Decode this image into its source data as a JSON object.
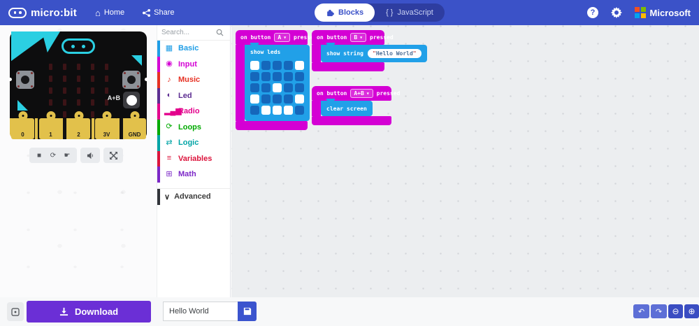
{
  "header": {
    "brand": "micro:bit",
    "home_label": "Home",
    "share_label": "Share",
    "tabs": {
      "blocks": "Blocks",
      "javascript_prefix": "{ }",
      "javascript": "JavaScript"
    },
    "microsoft": "Microsoft"
  },
  "icons": {
    "home": "⌂",
    "dropdown": "▾",
    "stop": "■",
    "restart": "⟳",
    "debug": "☛",
    "undo": "↶",
    "redo": "↷",
    "zoom_out": "⊖",
    "zoom_in": "⊕",
    "advanced_chevron": "∨",
    "help": "?"
  },
  "simulator": {
    "button_a_label": "A",
    "button_b_label": "B",
    "button_ab_label": "A+B",
    "pins": [
      "0",
      "1",
      "2",
      "3V",
      "GND"
    ],
    "led_rows": 5,
    "led_cols": 5
  },
  "toolbox": {
    "search_placeholder": "Search...",
    "categories": [
      {
        "label": "Basic",
        "color": "#1e9de6",
        "icon_name": "grid-icon",
        "glyph": "▦"
      },
      {
        "label": "Input",
        "color": "#d400d4",
        "icon_name": "circle-dot-icon",
        "glyph": "◉"
      },
      {
        "label": "Music",
        "color": "#e63022",
        "icon_name": "music-note-icon",
        "glyph": "♪"
      },
      {
        "label": "Led",
        "color": "#5c2d91",
        "icon_name": "toggle-icon",
        "glyph": "◐"
      },
      {
        "label": "Radio",
        "color": "#e3008c",
        "icon_name": "signal-icon",
        "glyph": "▂▄▆"
      },
      {
        "label": "Loops",
        "color": "#00aa00",
        "icon_name": "loop-icon",
        "glyph": "⟳"
      },
      {
        "label": "Logic",
        "color": "#00a4a6",
        "icon_name": "shuffle-icon",
        "glyph": "⇄"
      },
      {
        "label": "Variables",
        "color": "#dc143c",
        "icon_name": "list-icon",
        "glyph": "≡"
      },
      {
        "label": "Math",
        "color": "#7b27c7",
        "icon_name": "calculator-icon",
        "glyph": "⊞"
      }
    ],
    "advanced_label": "Advanced"
  },
  "workspace": {
    "block_colors": {
      "event": "#d400d4",
      "basic": "#21a0e8",
      "led_off": "#1567bb",
      "led_on": "#ffffff"
    },
    "blocks": [
      {
        "event_prefix": "on button",
        "button": "A",
        "event_suffix": "pressed",
        "inner_label": "show leds",
        "grid": [
          [
            1,
            0,
            0,
            0,
            1
          ],
          [
            0,
            0,
            0,
            0,
            0
          ],
          [
            0,
            0,
            1,
            0,
            0
          ],
          [
            1,
            0,
            0,
            0,
            1
          ],
          [
            0,
            1,
            1,
            1,
            0
          ]
        ]
      },
      {
        "event_prefix": "on button",
        "button": "B",
        "event_suffix": "pressed",
        "inner_label": "show string",
        "quote": "\"",
        "value": "Hello World"
      },
      {
        "event_prefix": "on button",
        "button": "A+B",
        "event_suffix": "pressed",
        "inner_label": "clear screen"
      }
    ]
  },
  "footer": {
    "download_label": "Download",
    "project_name": "Hello World"
  }
}
